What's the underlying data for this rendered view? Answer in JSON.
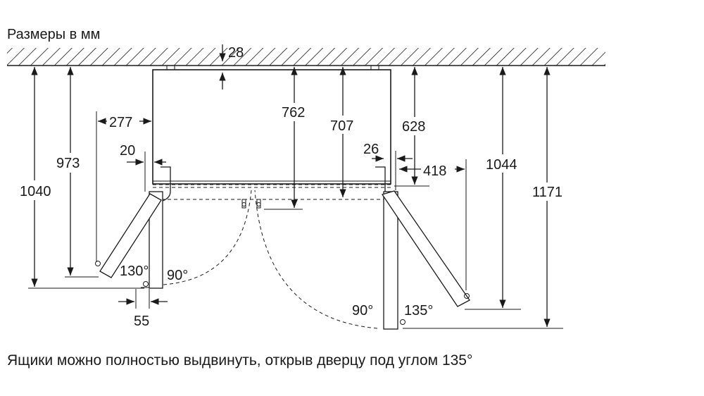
{
  "title": "Размеры в мм",
  "note": "Ящики можно полностью выдвинуть, открыв дверцу под углом 135°",
  "dimensions": {
    "wall_gap": "28",
    "left_clearance": "277",
    "left_hinge_offset": "20",
    "right_hinge_offset": "26",
    "right_clearance": "418",
    "body_depth_762": "762",
    "body_depth_707": "707",
    "body_depth_628": "628",
    "left_depth_973": "973",
    "left_depth_1040": "1040",
    "right_depth_1044": "1044",
    "right_depth_1171": "1171",
    "door_thickness_55": "55"
  },
  "angles": {
    "left_130": "130°",
    "left_90": "90°",
    "right_90": "90°",
    "right_135": "135°"
  }
}
